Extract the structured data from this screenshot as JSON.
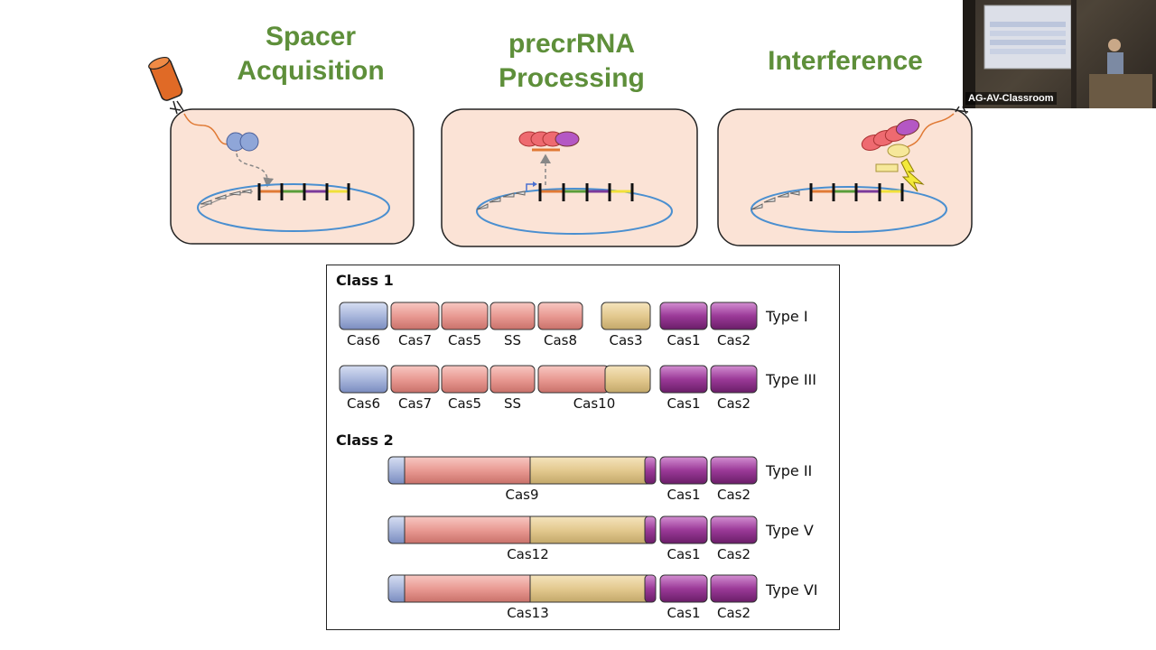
{
  "stages": [
    {
      "title_line1": "Spacer",
      "title_line2": "Acquisition"
    },
    {
      "title_line1": "precrRNA",
      "title_line2": "Processing"
    },
    {
      "title_line1": "Interference",
      "title_line2": ""
    }
  ],
  "classes": [
    {
      "label": "Class 1"
    },
    {
      "label": "Class 2"
    }
  ],
  "rows": [
    {
      "type": "Type I",
      "genes": [
        "Cas6",
        "Cas7",
        "Cas5",
        "SS",
        "Cas8",
        "Cas3",
        "Cas1",
        "Cas2"
      ]
    },
    {
      "type": "Type III",
      "genes": [
        "Cas6",
        "Cas7",
        "Cas5",
        "SS",
        "Cas10",
        "Cas1",
        "Cas2"
      ]
    },
    {
      "type": "Type II",
      "genes": [
        "Cas9",
        "Cas1",
        "Cas2"
      ]
    },
    {
      "type": "Type V",
      "genes": [
        "Cas12",
        "Cas1",
        "Cas2"
      ]
    },
    {
      "type": "Type VI",
      "genes": [
        "Cas13",
        "Cas1",
        "Cas2"
      ]
    }
  ],
  "colors": {
    "title_green": "#5e8f3a",
    "panel_fill": "#fbe3d6",
    "gene_blue": "#a9b7dc",
    "gene_pink": "#e99a93",
    "gene_tan": "#e3c98f",
    "gene_purple": "#9b3a98"
  },
  "video": {
    "label": "AG-AV-Classroom"
  }
}
